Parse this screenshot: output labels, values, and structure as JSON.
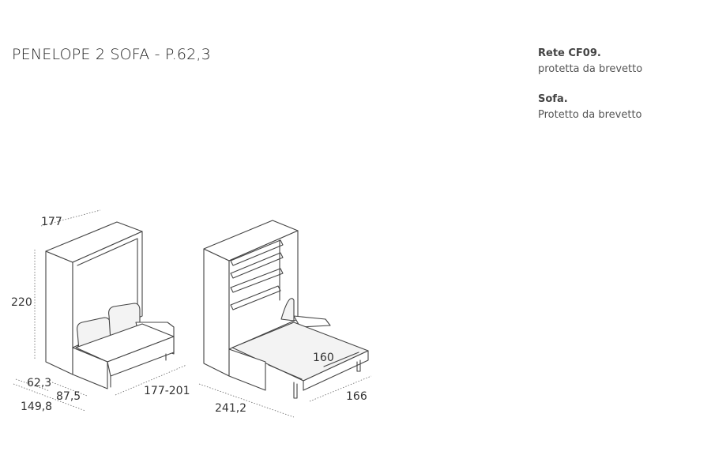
{
  "title": "PENELOPE 2 SOFA - P.62,3",
  "notes": {
    "rete": {
      "head": "Rete CF09.",
      "body": "protetta da brevetto"
    },
    "sofa": {
      "head": "Sofa.",
      "body": "Protetto da brevetto"
    }
  },
  "dims": {
    "width_top": "177",
    "height": "220",
    "depth_closed": "62,3",
    "seat_depth": "87,5",
    "total_depth": "149,8",
    "sofa_width": "177-201",
    "open_depth": "241,2",
    "bed_width": "160",
    "bed_length": "166"
  }
}
